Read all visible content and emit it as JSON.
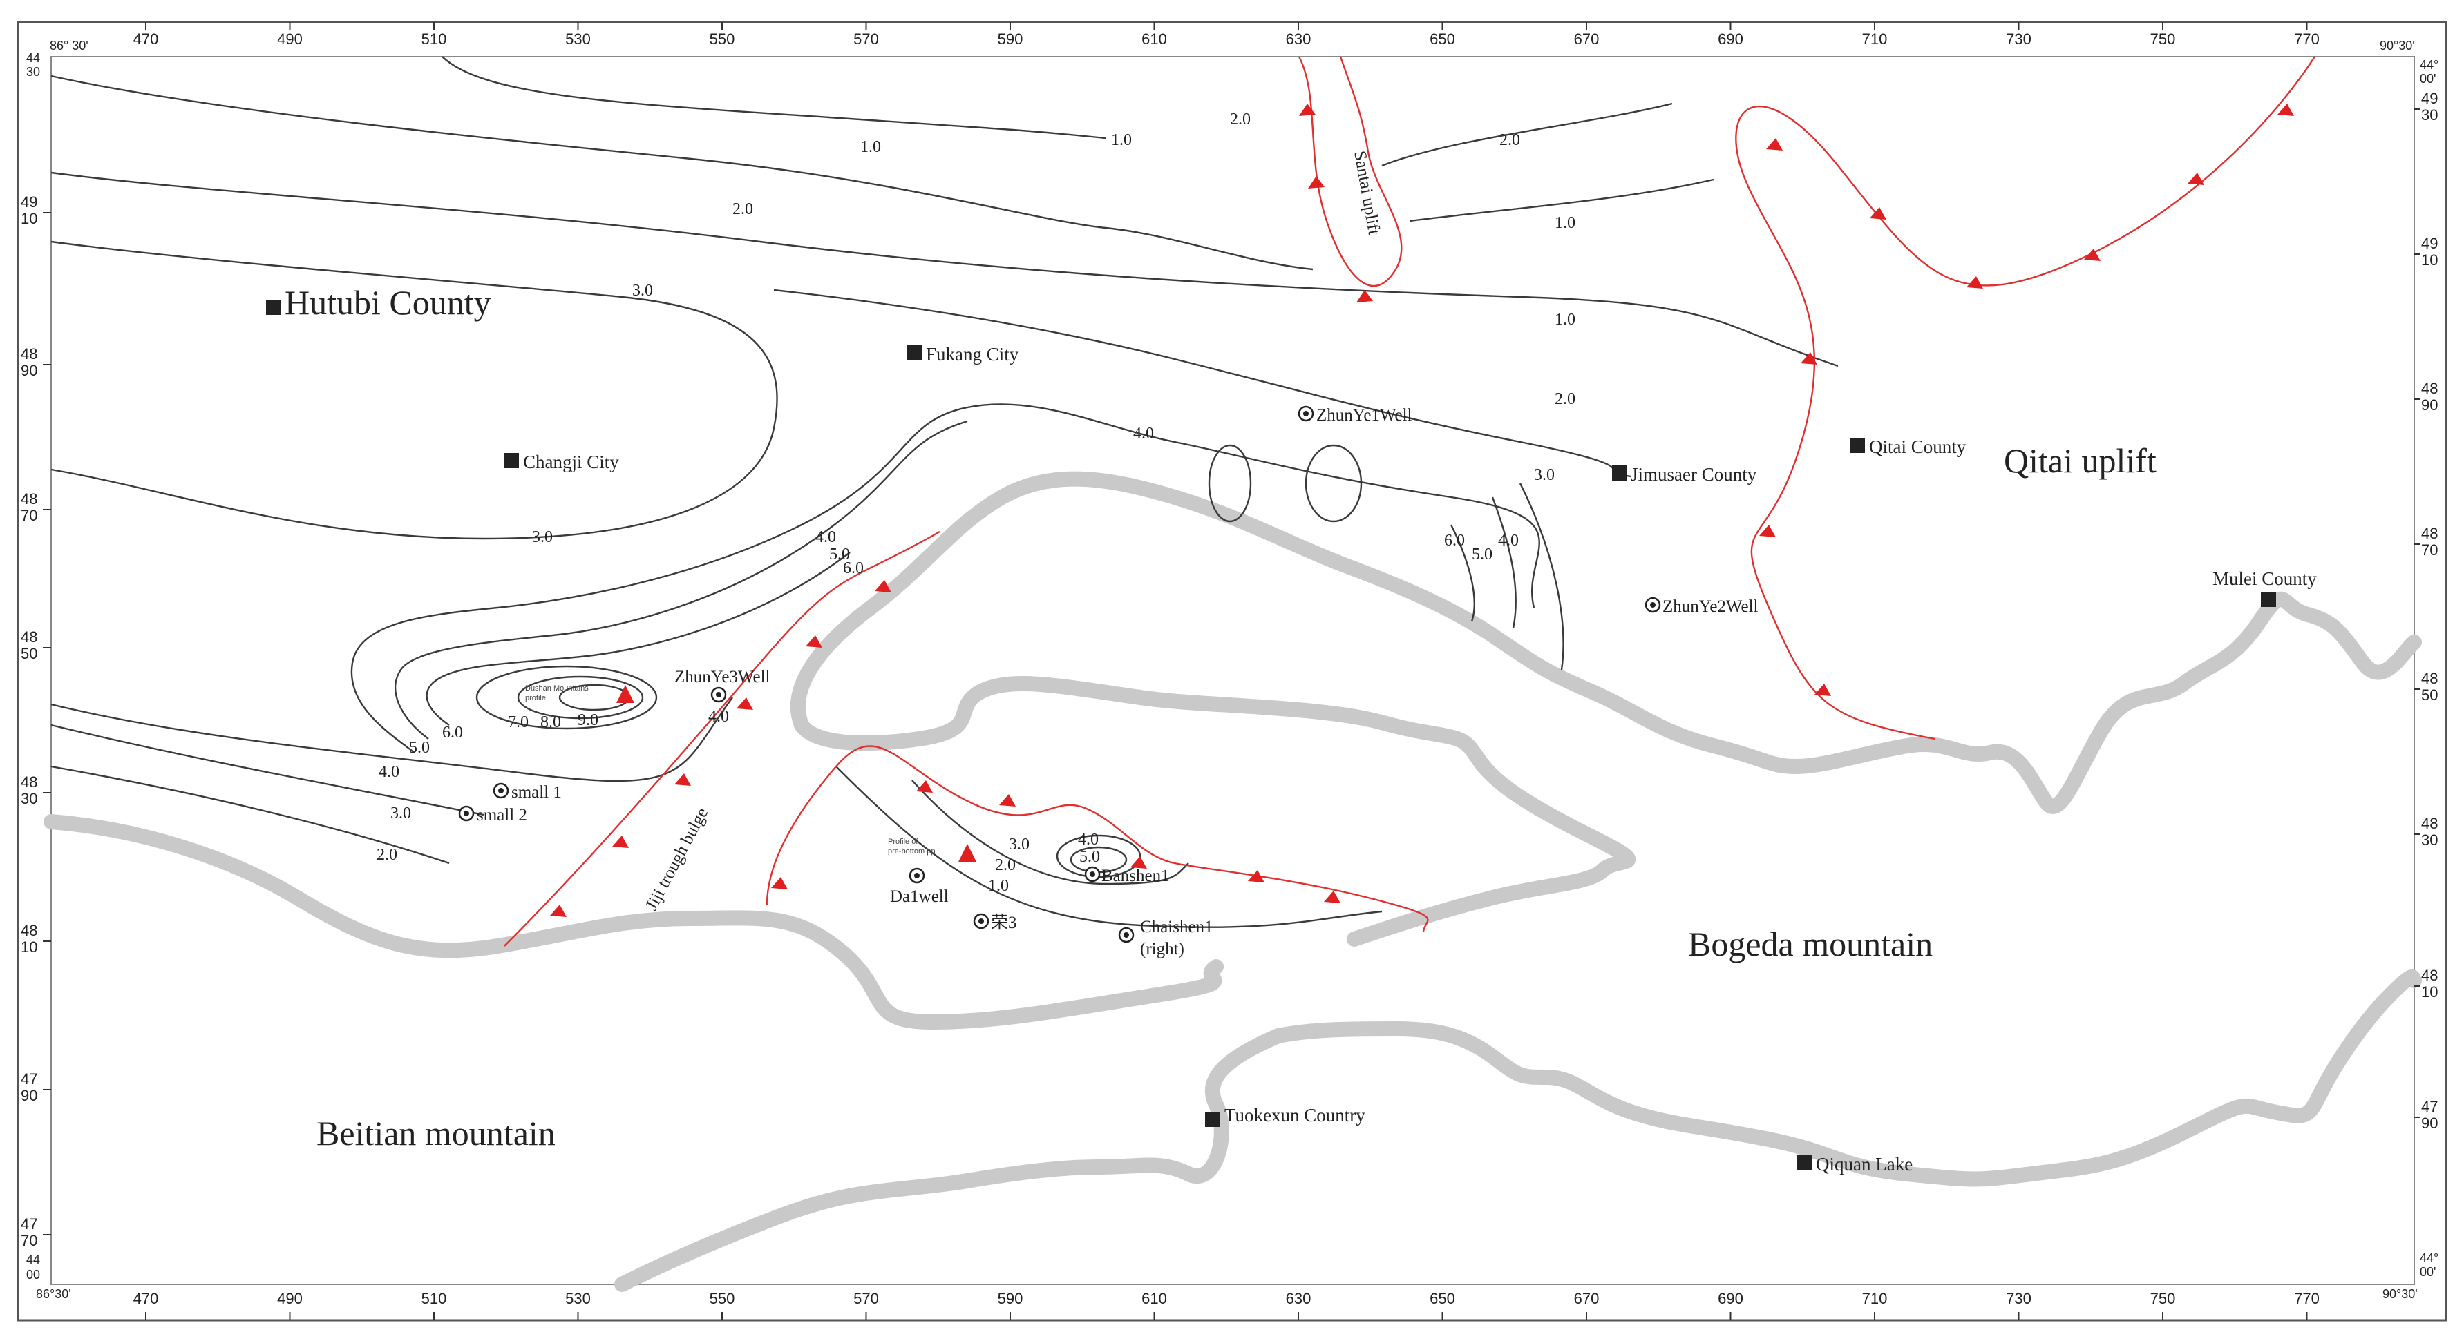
{
  "axes": {
    "top_ticks": [
      "470",
      "490",
      "510",
      "530",
      "550",
      "570",
      "590",
      "610",
      "630",
      "650",
      "670",
      "690",
      "710",
      "730",
      "750",
      "770"
    ],
    "bottom_ticks": [
      "470",
      "490",
      "510",
      "530",
      "550",
      "570",
      "590",
      "610",
      "630",
      "650",
      "670",
      "690",
      "710",
      "730",
      "750",
      "770"
    ],
    "left_ticks": [
      {
        "top": "49",
        "bottom": "10"
      },
      {
        "top": "48",
        "bottom": "90"
      },
      {
        "top": "48",
        "bottom": "70"
      },
      {
        "top": "48",
        "bottom": "50"
      },
      {
        "top": "48",
        "bottom": "30"
      },
      {
        "top": "48",
        "bottom": "10"
      },
      {
        "top": "47",
        "bottom": "90"
      },
      {
        "top": "47",
        "bottom": "70"
      }
    ],
    "right_ticks": [
      {
        "top": "49",
        "bottom": "30"
      },
      {
        "top": "49",
        "bottom": "10"
      },
      {
        "top": "48",
        "bottom": "90"
      },
      {
        "top": "48",
        "bottom": "70"
      },
      {
        "top": "48",
        "bottom": "50"
      },
      {
        "top": "48",
        "bottom": "30"
      },
      {
        "top": "48",
        "bottom": "10"
      },
      {
        "top": "47",
        "bottom": "90"
      }
    ],
    "corners": {
      "top_left_lon": "86° 30'",
      "top_left_lat": [
        "44",
        "30"
      ],
      "top_right_lon": "90°30'",
      "top_right_lat": [
        "44°",
        "00'"
      ],
      "bottom_left_lon": "86°30'",
      "bottom_left_lat": [
        "44",
        "00"
      ],
      "bottom_right_lon": "90°30'",
      "bottom_right_lat": [
        "44°",
        "00'"
      ]
    }
  },
  "places": {
    "hutubi": "Hutubi County",
    "fukang": "Fukang  City",
    "changji": "Changji City",
    "jimusaer": "Jimusaer County",
    "qitai_county": "Qitai County",
    "mulei": "Mulei County",
    "tuokexun": "Tuokexun Country",
    "qiquan": "Qiquan Lake"
  },
  "wells": {
    "zhunye1": "ZhunYe1Well",
    "zhunye2": "ZhunYe2Well",
    "zhunye3": "ZhunYe3Well",
    "small1": "small 1",
    "small2": "small 2",
    "da1": "Da1well",
    "rong3": "荣3",
    "banshen1": "Banshen1",
    "chaishen1": "Chaishen1",
    "chaishen1_note": "(right)"
  },
  "regions": {
    "qitai_uplift": "Qitai uplift",
    "bogeda": "Bogeda mountain",
    "beitian": "Beitian mountain",
    "santai_uplift": "Santai uplift",
    "jiji_bulge": "Jiji trough bulge"
  },
  "profiles": {
    "west_line1": "Dushan Mountains",
    "west_line2": "profile",
    "east_line1": "Profile of",
    "east_line2": "pre-bottom pp"
  },
  "contour_labels": {
    "c1_0_a": "1.0",
    "c1_0_b": "1.0",
    "c1_0_c": "1.0",
    "c1_0_d": "1.0",
    "c1_0_e": "1.0",
    "c2_0_a": "2.0",
    "c2_0_b": "2.0",
    "c2_0_c": "2.0",
    "c2_0_d": "2.0",
    "c2_0_e": "2.0",
    "c2_0_f": "2.0",
    "c3_0_a": "3.0",
    "c3_0_b": "3.0",
    "c3_0_c": "3.0",
    "c3_0_d": "3.0",
    "c3_0_e": "3.0",
    "c4_0_a": "4.0",
    "c4_0_b": "4.0",
    "c4_0_c": "4.0",
    "c4_0_d": "4.0",
    "c4_0_e": "4.0",
    "c4_0_f": "4.0",
    "c5_0_a": "5.0",
    "c5_0_b": "5.0",
    "c5_0_c": "5.0",
    "c5_0_d": "5.0",
    "c6_0_a": "6.0",
    "c6_0_b": "6.0",
    "c6_0_c": "6.0",
    "c7_0": "7.0",
    "c8_0": "8.0",
    "c9_0": "9.0"
  },
  "colors": {
    "fault": "#e03030",
    "mountain": "#c9c9c9",
    "contour": "#3a3a3a"
  }
}
